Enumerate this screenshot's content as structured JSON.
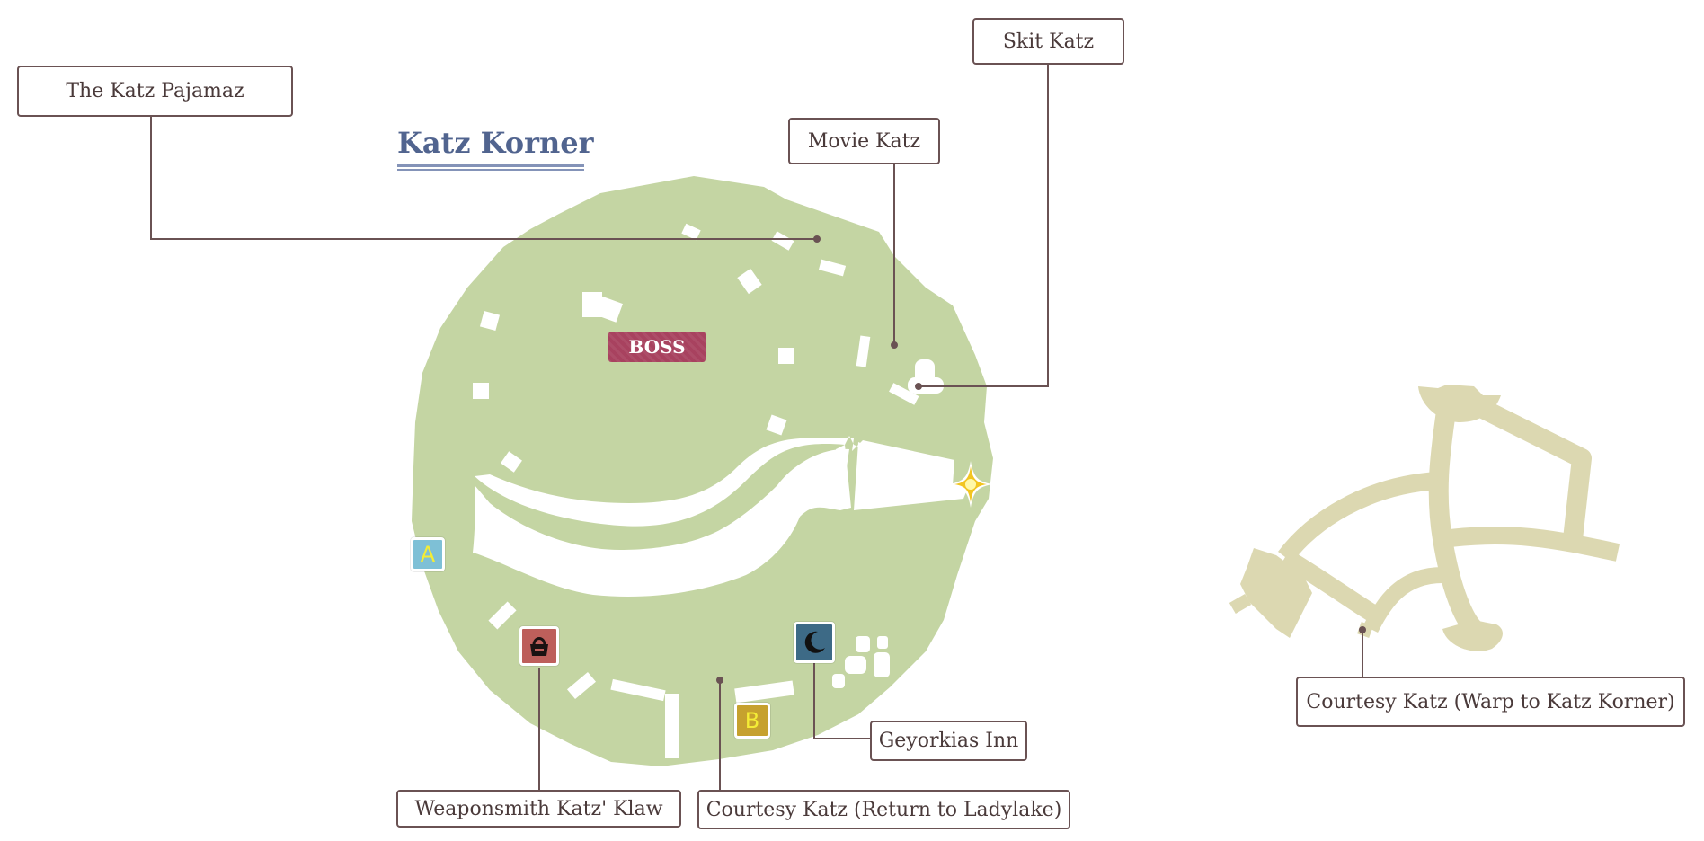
{
  "map_title": "Katz Korner",
  "boss_label": "BOSS",
  "markers": {
    "a": "A",
    "b": "B"
  },
  "icons": {
    "boss": "boss-badge",
    "weapon_shop": "weapon-shop-icon",
    "inn": "inn-crescent-icon",
    "save_point": "save-point-star-icon"
  },
  "callouts": {
    "katz_pajamaz": "The Katz Pajamaz",
    "movie_katz": "Movie Katz",
    "skit_katz": "Skit Katz",
    "weaponsmith": "Weaponsmith Katz' Klaw",
    "courtesy_return": "Courtesy Katz (Return to Ladylake)",
    "geyorkias_inn": "Geyorkias Inn",
    "courtesy_warp": "Courtesy Katz (Warp to Katz Korner)"
  },
  "colors": {
    "area_fill": "#c4d5a3",
    "overview_fill": "#dcd8b1",
    "leader_line": "#6a5253",
    "title": "#51648f",
    "boss": "#a8425f"
  }
}
